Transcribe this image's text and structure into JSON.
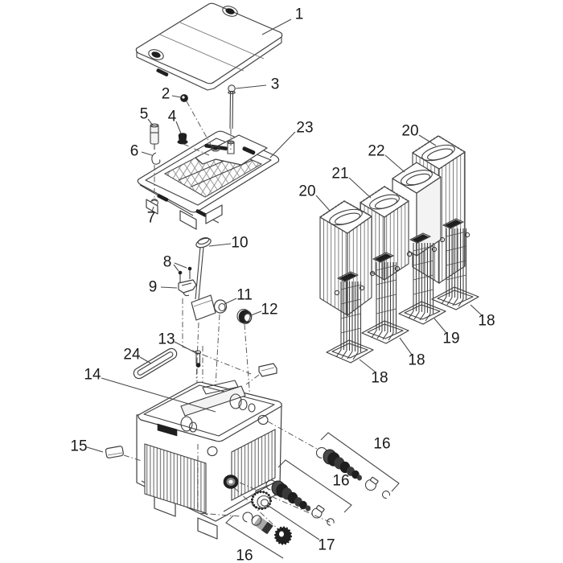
{
  "figure": {
    "kind": "exploded-parts-diagram",
    "background": "#ffffff",
    "line_color": "#3f3f3f",
    "label_color": "#1a1a1a",
    "dark_fill": "#1f1f1f"
  },
  "callouts": [
    {
      "text": "1"
    },
    {
      "text": "2"
    },
    {
      "text": "3"
    },
    {
      "text": "5"
    },
    {
      "text": "4"
    },
    {
      "text": "6"
    },
    {
      "text": "23"
    },
    {
      "text": "7"
    },
    {
      "text": "20"
    },
    {
      "text": "22"
    },
    {
      "text": "21"
    },
    {
      "text": "20"
    },
    {
      "text": "10"
    },
    {
      "text": "8"
    },
    {
      "text": "9"
    },
    {
      "text": "11"
    },
    {
      "text": "12"
    },
    {
      "text": "13"
    },
    {
      "text": "24"
    },
    {
      "text": "14"
    },
    {
      "text": "15"
    },
    {
      "text": "18"
    },
    {
      "text": "18"
    },
    {
      "text": "19"
    },
    {
      "text": "18"
    },
    {
      "text": "16"
    },
    {
      "text": "16"
    },
    {
      "text": "17"
    },
    {
      "text": "16"
    }
  ]
}
